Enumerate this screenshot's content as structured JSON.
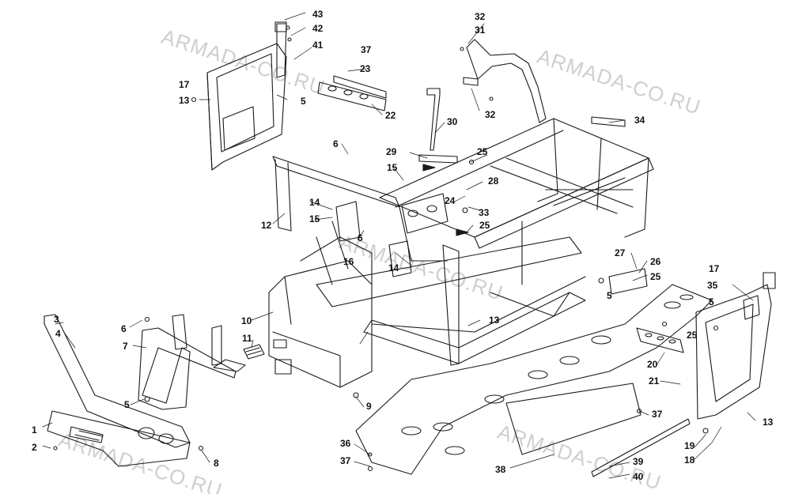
{
  "watermark": "ARMADA-CO.RU",
  "colors": {
    "line": "#1a1a1a",
    "watermark": "#cfcfcf",
    "background": "#ffffff"
  },
  "callouts": [
    "1",
    "2",
    "3",
    "4",
    "5",
    "6",
    "7",
    "8",
    "9",
    "10",
    "11",
    "12",
    "13",
    "14",
    "15",
    "16",
    "17",
    "18",
    "19",
    "20",
    "21",
    "22",
    "23",
    "24",
    "25",
    "26",
    "27",
    "28",
    "29",
    "30",
    "31",
    "32",
    "33",
    "34",
    "35",
    "36",
    "37",
    "38",
    "39",
    "40",
    "41",
    "42",
    "43"
  ]
}
